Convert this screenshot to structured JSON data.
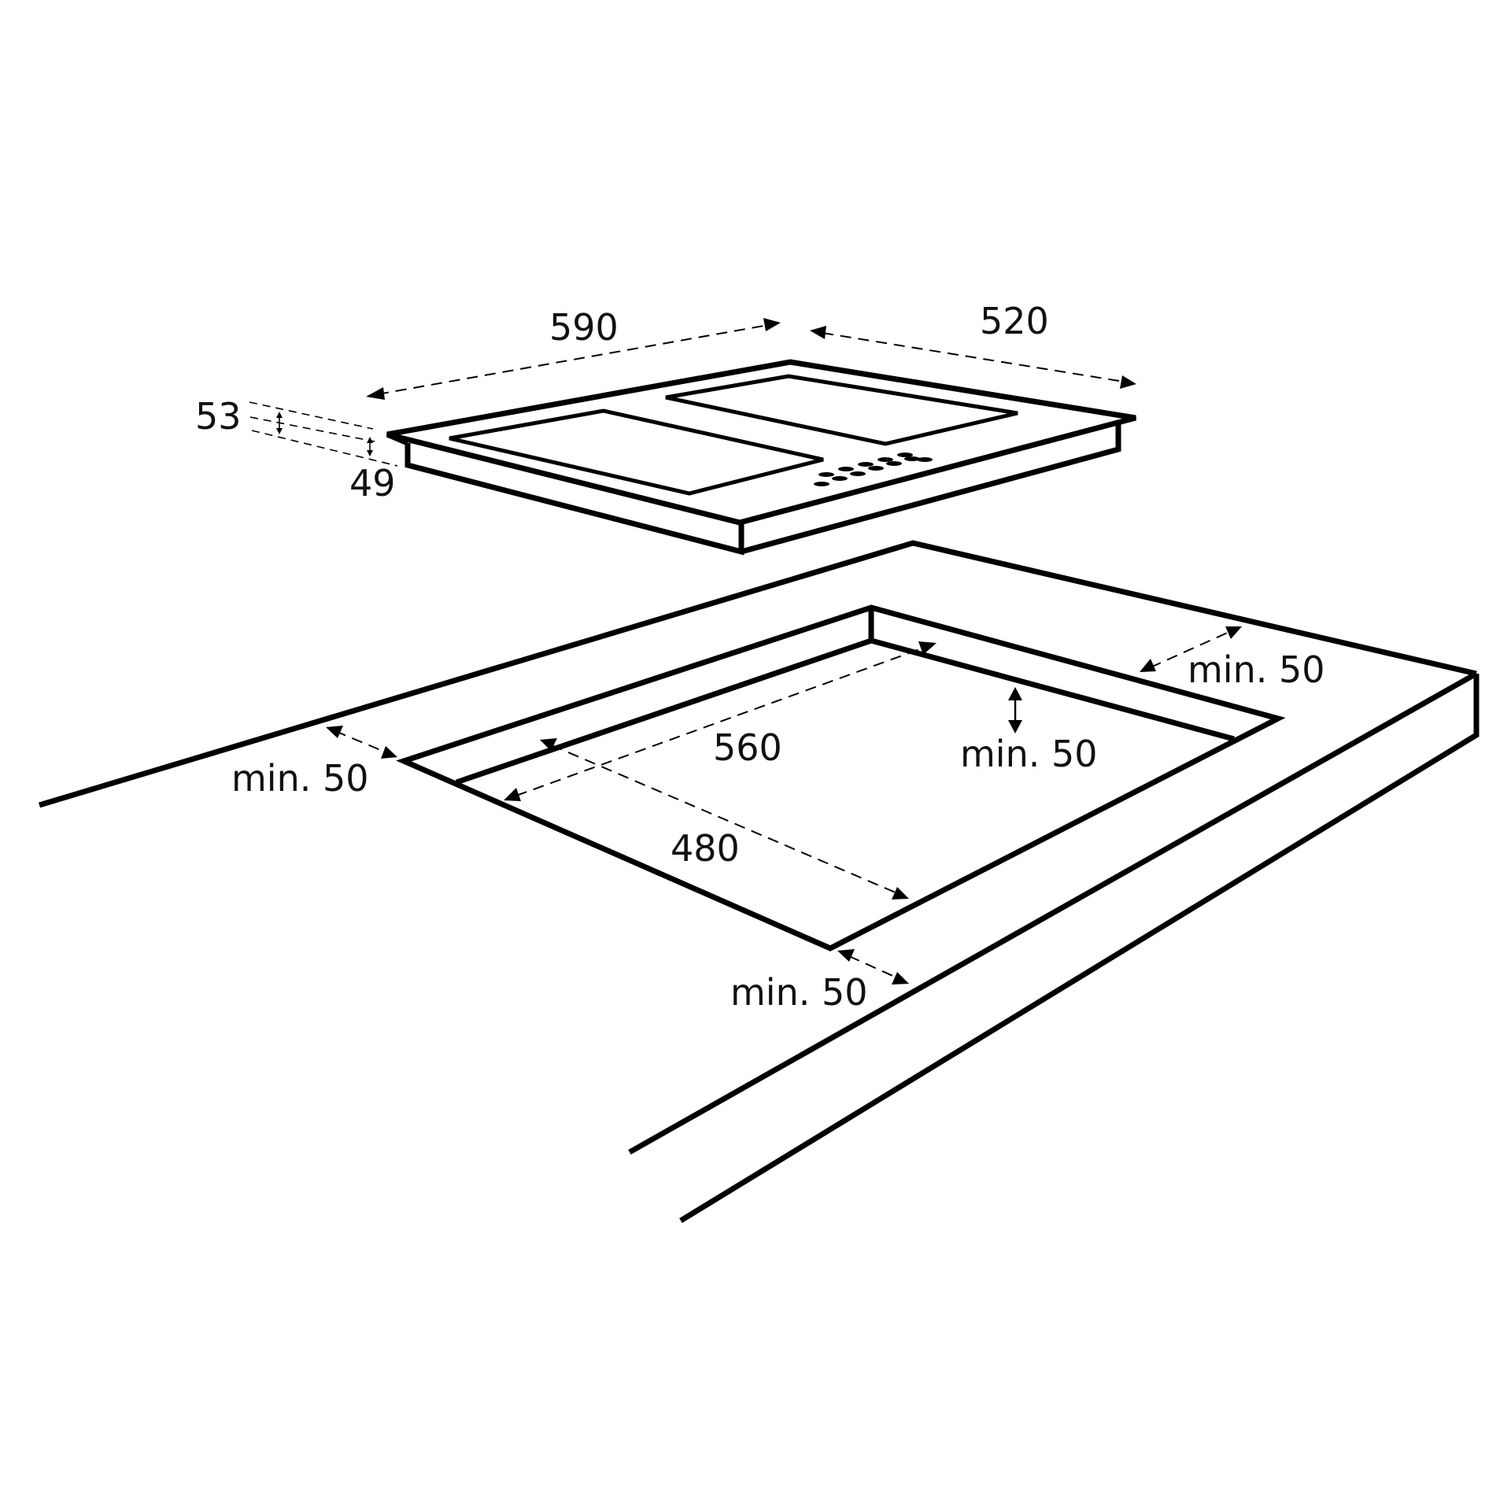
{
  "dimensions": {
    "hob_width": "590",
    "hob_depth": "520",
    "total_height": "53",
    "body_height": "49",
    "cutout_width": "560",
    "cutout_depth": "480",
    "clearance_left": "min. 50",
    "clearance_back_right": "min. 50",
    "clearance_back": "min. 50",
    "clearance_front": "min. 50"
  },
  "colors": {
    "line": "#000000",
    "background": "#ffffff"
  }
}
